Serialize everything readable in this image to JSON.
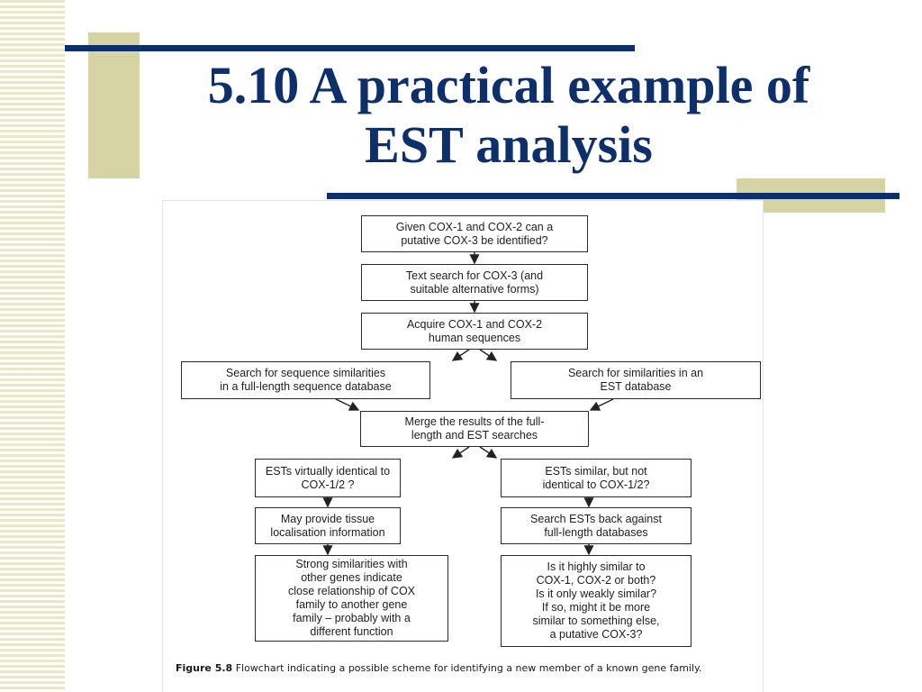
{
  "slide": {
    "title_line1": "5.10 A practical example of",
    "title_line2": "EST analysis"
  },
  "flowchart": {
    "nodes": {
      "q_identify": "Given COX-1 and COX-2 can a\nputative COX-3 be identified?",
      "text_search": "Text search for COX-3 (and\nsuitable alternative forms)",
      "acquire": "Acquire COX-1 and COX-2\nhuman sequences",
      "search_full": "Search for sequence similarities\nin a full-length sequence database",
      "search_est": "Search for similarities in an\nEST database",
      "merge": "Merge the results of the full-\nlength and EST searches",
      "est_identical": "ESTs virtually identical to\nCOX-1/2 ?",
      "est_similar": "ESTs similar, but not\nidentical to COX-1/2?",
      "tissue": "May provide tissue\nlocalisation information",
      "search_back": "Search ESTs back against\nfull-length databases",
      "strong_sim": "Strong similarities with\nother genes indicate\nclose relationship of COX\nfamily to another gene\nfamily – probably with a\ndifferent function",
      "highly_sim": "Is it highly similar to\nCOX-1, COX-2 or both?\nIs it only weakly similar?\nIf so, might it be more\nsimilar to something else,\na putative COX-3?"
    },
    "caption_label": "Figure 5.8",
    "caption_text": "  Flowchart indicating a possible scheme for identifying a new member of a known gene family."
  },
  "colors": {
    "title": "#0d2f6b",
    "rule": "#0d2f6b",
    "accent_tan": "#d6d3a4",
    "stripe": "#e9e8cc"
  }
}
